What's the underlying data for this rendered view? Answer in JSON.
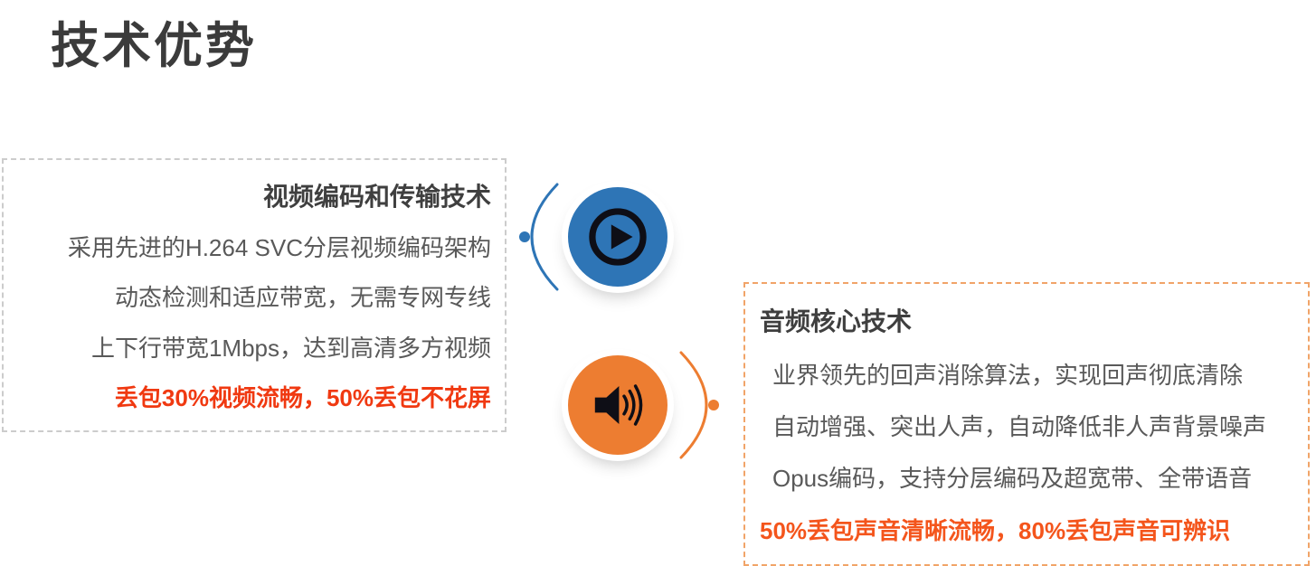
{
  "title": "技术优势",
  "video_card": {
    "heading": "视频编码和传输技术",
    "lines": [
      "采用先进的H.264 SVC分层视频编码架构",
      "动态检测和适应带宽，无需专网专线",
      "上下行带宽1Mbps，达到高清多方视频"
    ],
    "highlight": "丢包30%视频流畅，50%丢包不花屏"
  },
  "audio_card": {
    "heading": "音频核心技术",
    "lines": [
      "业界领先的回声消除算法，实现回声彻底清除",
      "自动增强、突出人声，自动降低非人声背景噪声",
      "Opus编码，支持分层编码及超宽带、全带语音"
    ],
    "highlight": "50%丢包声音清晰流畅，80%丢包声音可辨识"
  },
  "icons": {
    "video": "play-icon",
    "audio": "speaker-icon"
  },
  "colors": {
    "video_accent": "#2e75b6",
    "audio_accent": "#ed7d31",
    "video_highlight": "#f03911",
    "audio_highlight": "#f4551c",
    "video_border": "#cccccc",
    "audio_border": "#f1a468",
    "heading_text": "#3f3f3f",
    "body_text": "#595959",
    "icon_glyph": "#0e0e16"
  }
}
